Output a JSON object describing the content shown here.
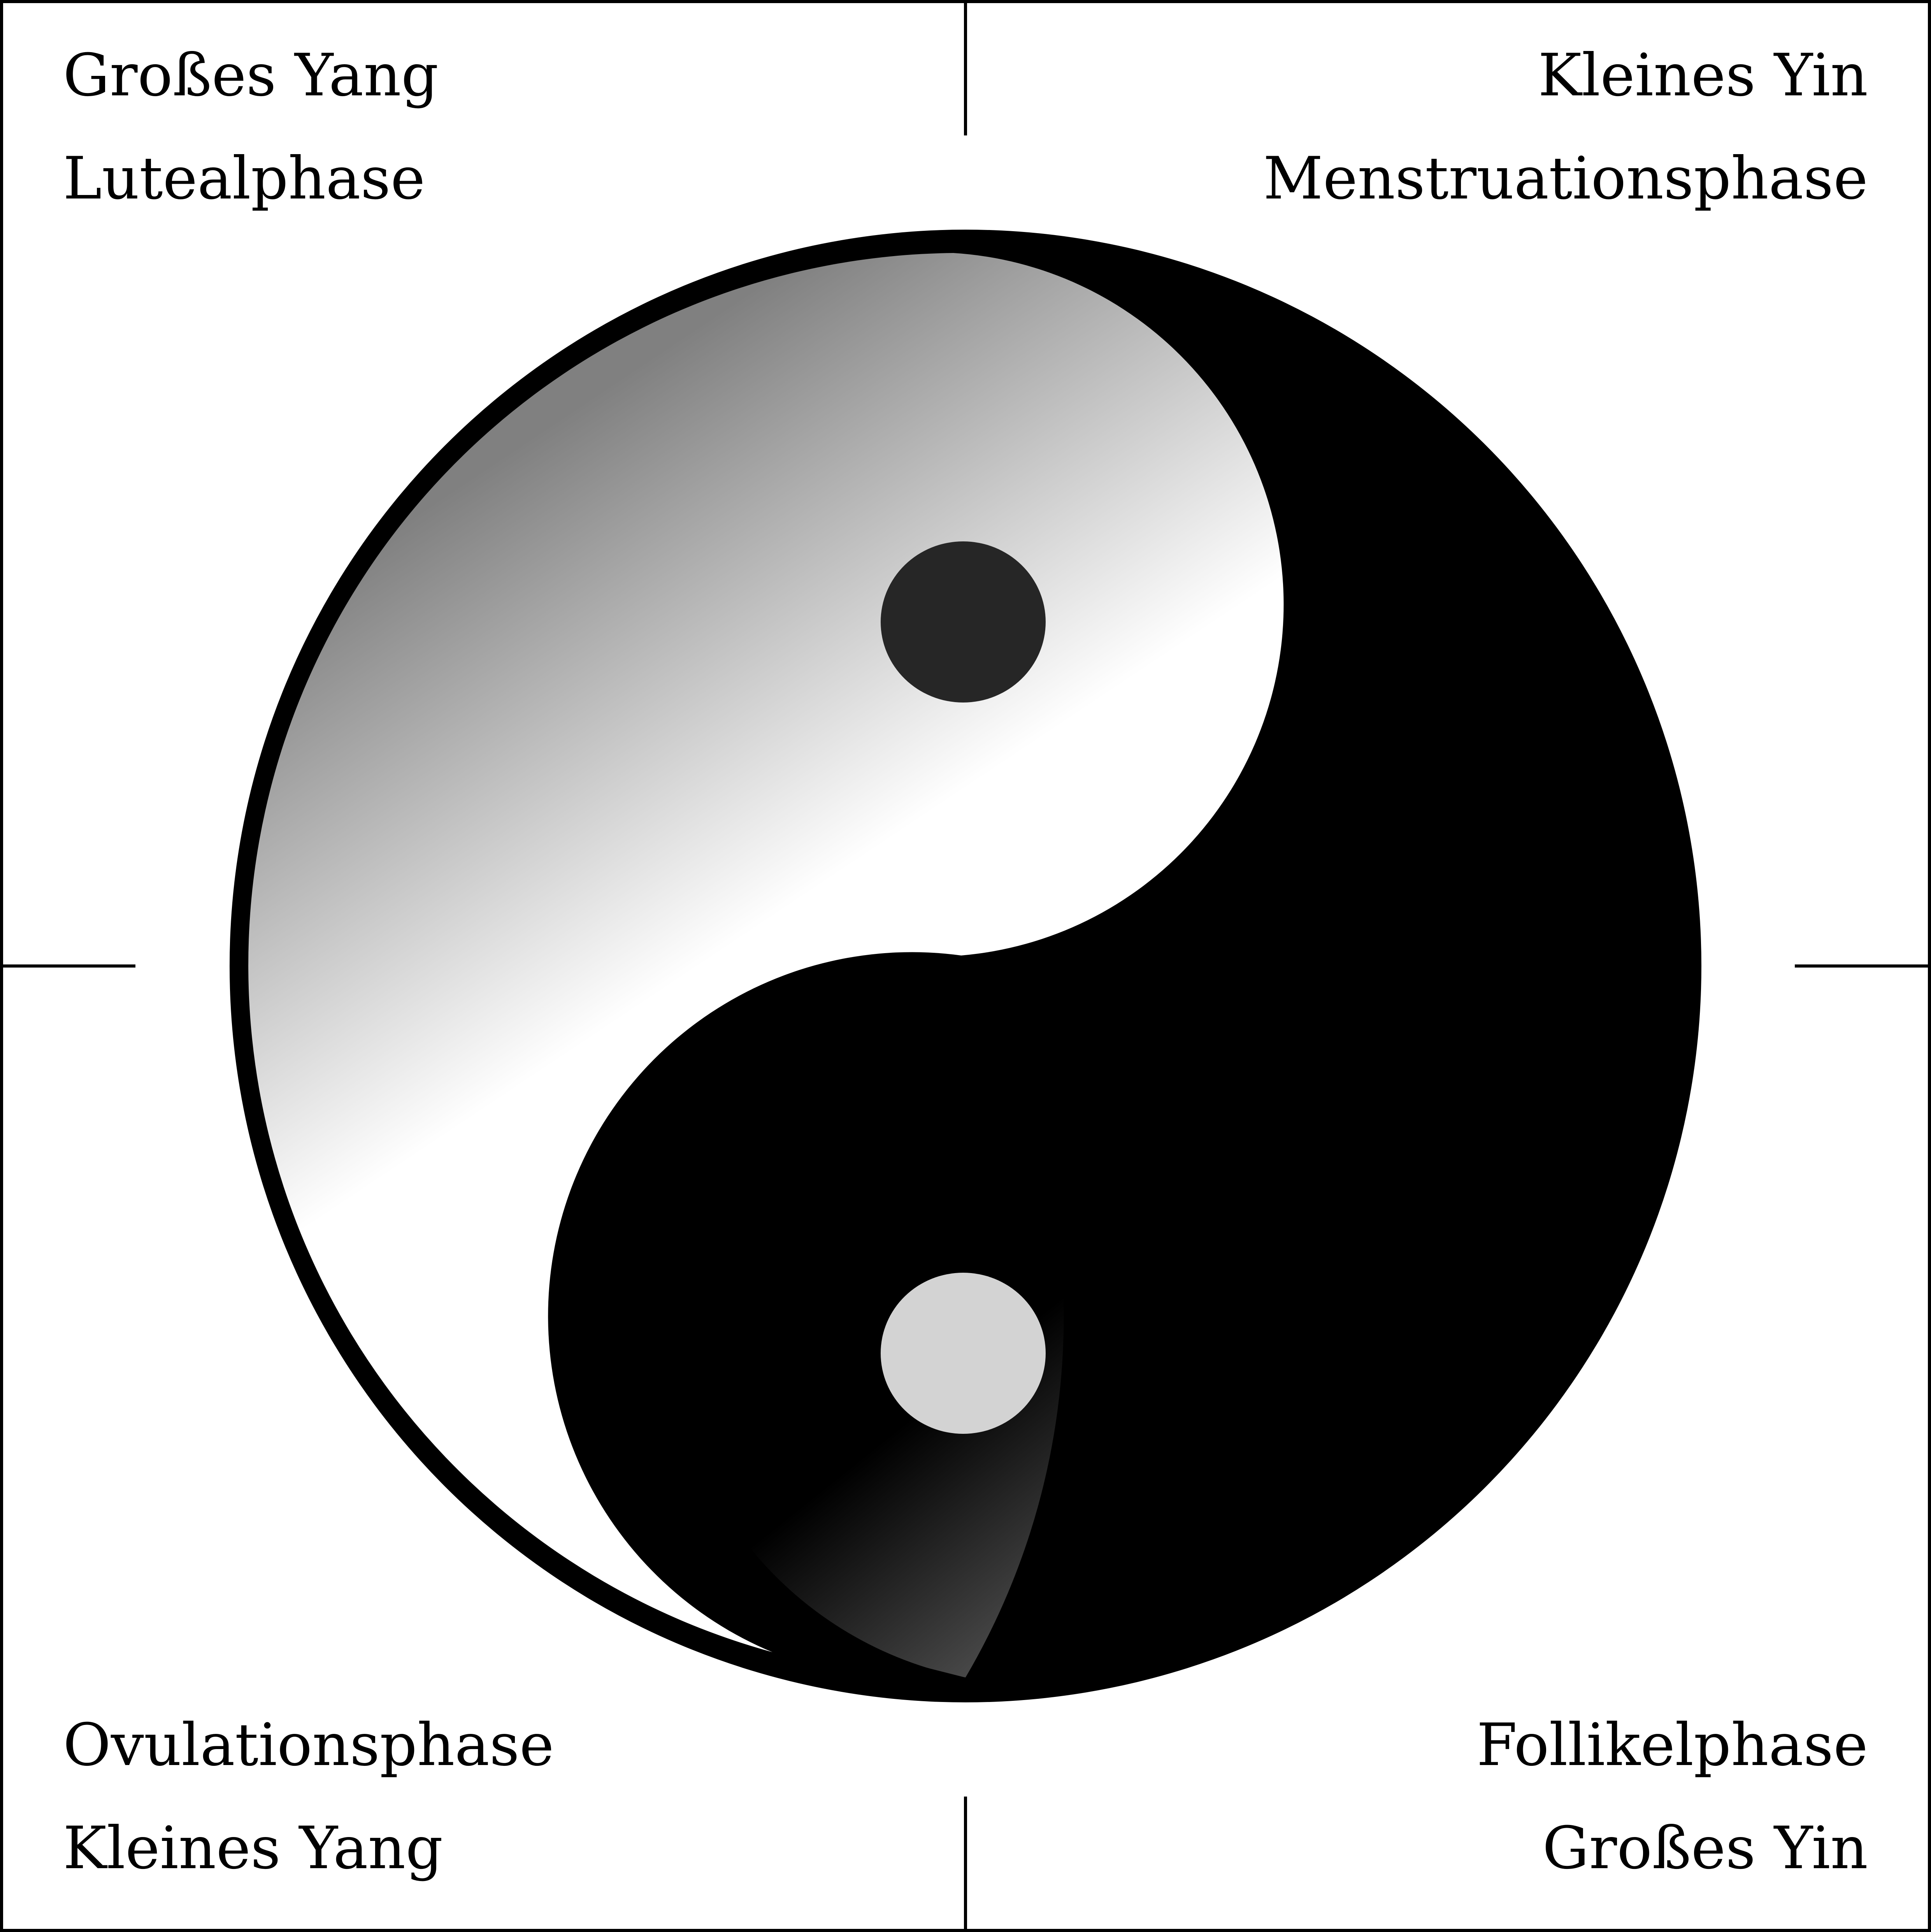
{
  "quadrants": {
    "top_left": {
      "line1": "Großes Yang",
      "line2": "Lutealphase"
    },
    "top_right": {
      "line1": "Kleines Yin",
      "line2": "Menstruationsphase"
    },
    "bottom_left": {
      "line1": "Ovulationsphase",
      "line2": "Kleines Yang"
    },
    "bottom_right": {
      "line1": "Follikelphase",
      "line2": "Großes Yin"
    }
  },
  "colors": {
    "ink": "#000000",
    "background": "#ffffff",
    "dark_dot": "#262626",
    "light_dot": "#d3d3d3",
    "yang_gradient_dark": "#808080",
    "yang_gradient_light": "#ffffff",
    "yin_gradient_dark": "#000000",
    "yin_gradient_light": "#a6a6a6"
  }
}
